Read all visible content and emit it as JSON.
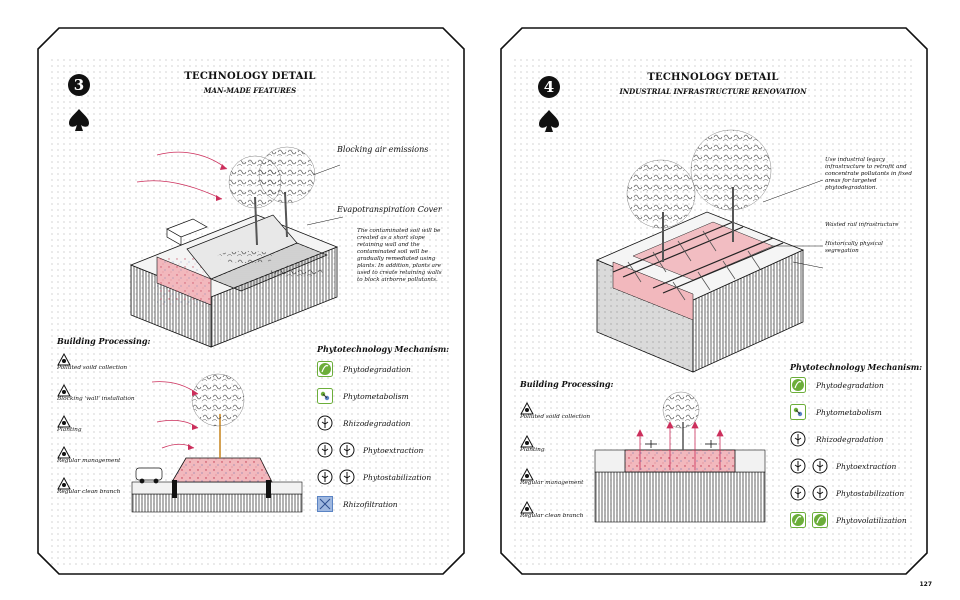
{
  "page_number": "127",
  "left": {
    "number": "3",
    "title": "TECHNOLOGY DETAIL",
    "subtitle": "MAN-MADE FEATURES",
    "callouts": {
      "blocking": "Blocking air emissions",
      "evapo": "Evapotranspiration Cover",
      "description": "The contaminated soil will be created as a short slope retaining wall and the contaminated soil will be gradually remediated using plants. In addition, plants are used to create retaining walls to block airborne pollutants."
    },
    "building_processing": {
      "heading": "Building Processing:",
      "items": [
        {
          "label": "Polluted soild collection",
          "icon": "digging-icon"
        },
        {
          "label": "Blocking 'wall' installation",
          "icon": "wall-icon"
        },
        {
          "label": "Planting",
          "icon": "planting-icon"
        },
        {
          "label": "Regular management",
          "icon": "management-icon"
        },
        {
          "label": "Regular clean branch",
          "icon": "pruning-icon"
        }
      ]
    },
    "mechanism": {
      "heading": "Phytotechnology Mechanism:",
      "items": [
        {
          "label": "Phytodegradation",
          "icons": [
            "leaf-green-icon"
          ]
        },
        {
          "label": "Phytometabolism",
          "icons": [
            "molecule-icon"
          ]
        },
        {
          "label": "Rhizodegradation",
          "icons": [
            "root-circle-icon"
          ]
        },
        {
          "label": "Phytoextraction",
          "icons": [
            "plant-roots-icon",
            "plant-up-icon"
          ]
        },
        {
          "label": "Phytostabilization",
          "icons": [
            "plant-hold-icon",
            "plant-stable-icon"
          ]
        },
        {
          "label": "Rhizofiltration",
          "icons": [
            "water-filter-icon"
          ]
        }
      ]
    }
  },
  "right": {
    "number": "4",
    "title": "TECHNOLOGY DETAIL",
    "subtitle": "INDUSTRIAL INFRASTRUCTURE RENOVATION",
    "callouts": {
      "legacy": "Use industrial legacy infrastructure to retrofit and concentrate pollutants in fixed areas for targeted phytodegradation.",
      "rail": "Wasted rail infrastructure",
      "segregation": "Historically physical segregation"
    },
    "building_processing": {
      "heading": "Building Processing:",
      "items": [
        {
          "label": "Polluted soild collection",
          "icon": "digging-icon"
        },
        {
          "label": "Planting",
          "icon": "planting-icon"
        },
        {
          "label": "Regular management",
          "icon": "management-icon"
        },
        {
          "label": "Regular clean branch",
          "icon": "pruning-icon"
        }
      ]
    },
    "mechanism": {
      "heading": "Phytotechnology Mechanism:",
      "items": [
        {
          "label": "Phytodegradation",
          "icons": [
            "leaf-green-icon"
          ]
        },
        {
          "label": "Phytometabolism",
          "icons": [
            "molecule-icon"
          ]
        },
        {
          "label": "Rhizodegradation",
          "icons": [
            "root-circle-icon"
          ]
        },
        {
          "label": "Phytoextraction",
          "icons": [
            "plant-roots-icon",
            "plant-up-icon"
          ]
        },
        {
          "label": "Phytostabilization",
          "icons": [
            "plant-hold-icon",
            "plant-stable-icon"
          ]
        },
        {
          "label": "Phytovolatilization",
          "icons": [
            "leaf-green-icon",
            "leaf-green-box-icon"
          ]
        }
      ]
    }
  },
  "colors": {
    "dot": "#9a9a9a",
    "contaminated": "#f2b8bd",
    "green": "#6cae3a",
    "blue_icon": "#5b84c4",
    "arrow": "#cc2f5c"
  }
}
